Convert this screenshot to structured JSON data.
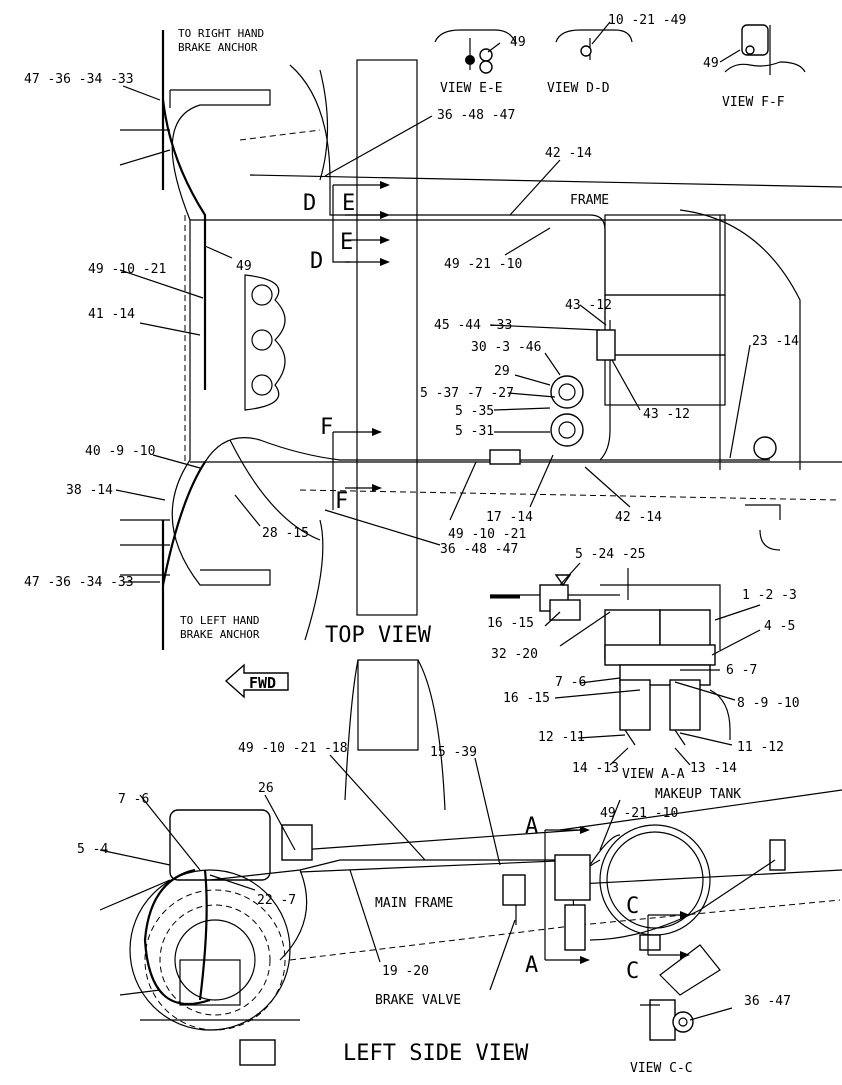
{
  "views": {
    "top": "TOP VIEW",
    "left_side": "LEFT SIDE VIEW",
    "aa": "VIEW A-A",
    "cc": "VIEW C-C",
    "dd": "VIEW D-D",
    "ee": "VIEW E-E",
    "ff": "VIEW F-F"
  },
  "notes": {
    "right_anchor_1": "TO RIGHT HAND",
    "right_anchor_2": "BRAKE ANCHOR",
    "left_anchor_1": "TO LEFT HAND",
    "left_anchor_2": "BRAKE ANCHOR",
    "frame": "FRAME",
    "main_frame": "MAIN FRAME",
    "brake_valve": "BRAKE VALVE",
    "makeup_tank": "MAKEUP TANK",
    "fwd": "FWD"
  },
  "section_letters": {
    "d1": "D",
    "e1": "E",
    "e2": "E",
    "d2": "D",
    "f1": "F",
    "f2": "F",
    "a1": "A",
    "a2": "A",
    "c1": "C",
    "c2": "C"
  },
  "callouts": {
    "c47_36_34_33_top": "47 -36 -34 -33",
    "c36_48_47_top": "36 -48 -47",
    "c42_14_top": "42 -14",
    "c49_ee": "49",
    "c10_21_49": "10 -21 -49",
    "c49_ff": "49",
    "c49_10_21_a": "49 -10 -21",
    "c49_mid": "49",
    "c49_21_10_top": "49 -21 -10",
    "c41_14": "41 -14",
    "c43_12_a": "43 -12",
    "c45_44_33": "45 -44 -33",
    "c30_3_46": "30 -3 -46",
    "c29": "29",
    "c5_37_7_27": "5 -37 -7 -27",
    "c5_35": "5 -35",
    "c5_31": "5 -31",
    "c43_12_b": "43 -12",
    "c23_14": "23 -14",
    "c40_9_10": "40 -9 -10",
    "c38_14": "38 -14",
    "c28_15": "28 -15",
    "c17_14": "17 -14",
    "c42_14_bot": "42 -14",
    "c49_10_21_b": "49 -10 -21",
    "c36_48_47_bot": "36 -48 -47",
    "c47_36_34_33_bot": "47 -36 -34 -33",
    "c5_24_25": "5 -24 -25",
    "c1_2_3": "1 -2 -3",
    "c16_15_a": "16 -15",
    "c32_20": "32 -20",
    "c4_5": "4 -5",
    "c7_6_aa": "7 -6",
    "c6_7": "6 -7",
    "c16_15_b": "16 -15",
    "c8_9_10": "8 -9 -10",
    "c12_11": "12 -11",
    "c11_12": "11 -12",
    "c14_13": "14 -13",
    "c13_14": "13 -14",
    "c49_10_21_18": "49 -10 -21 -18",
    "c15_39": "15 -39",
    "c26": "26",
    "c7_6_side": "7 -6",
    "c49_21_10_side": "49 -21 -10",
    "c5_4": "5 -4",
    "c22_7": "22 -7",
    "c19_20": "19 -20",
    "c36_47": "36 -47"
  }
}
